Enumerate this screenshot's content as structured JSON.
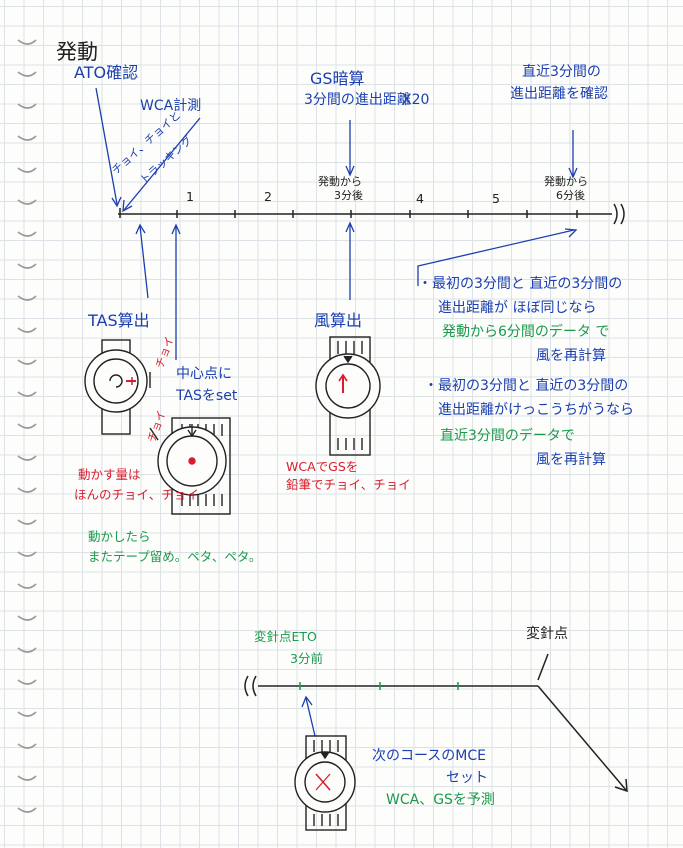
{
  "header": {
    "hatsudou": "発動",
    "ato": "ATO確認",
    "wca_measure": "WCA計測",
    "course_tracking_1": "チョイ、チョイと",
    "course_tracking_2": "トラッキング",
    "gs_calc": "GS暗算",
    "gs_line2": "3分間の進出距離",
    "gs_x20": "X20",
    "recent_1": "直近3分間の",
    "recent_2": "進出距離を確認"
  },
  "timeline": {
    "ticks": [
      "1",
      "2",
      "4",
      "5"
    ],
    "three_min_1": "発動から",
    "three_min_2": "3分後",
    "six_min_1": "発動から",
    "six_min_2": "6分後"
  },
  "tas": {
    "title": "TAS算出",
    "center_1": "中心点に",
    "center_2": "TASをset",
    "chio_1": "チョイ",
    "chio_2": "チョイ",
    "red_note_1": "動かす量は",
    "red_note_2": "ほんのチョイ、チョイ",
    "green_note_1": "動かしたら",
    "green_note_2": "またテープ留め。ペタ、ペタ。"
  },
  "wind": {
    "title": "風算出",
    "red_1": "WCAでGSを",
    "red_2": "鉛筆でチョイ、チョイ"
  },
  "notes": {
    "note1_1": "・最初の3分間と 直近の3分間の",
    "note1_2": "進出距離が ほぼ同じなら",
    "note1_green": "発動から6分間のデータ で",
    "note1_end": "風を再計算",
    "note2_1": "・最初の3分間と 直近の3分間の",
    "note2_2": "進出距離がけっこうちがうなら",
    "note2_green": "直近3分間のデータで",
    "note2_end": "風を再計算"
  },
  "bottom": {
    "turn_point": "変針点",
    "eto_1": "変針点ETO",
    "eto_2": "3分前",
    "mce_1": "次のコースのMCE",
    "mce_2": "セット",
    "wca_gs": "WCA、GSを予測"
  },
  "colors": {
    "ink_blue": "#1b3fb0",
    "ink_green": "#1a9a4c",
    "ink_red": "#d91d2f",
    "ink_black": "#222222"
  }
}
